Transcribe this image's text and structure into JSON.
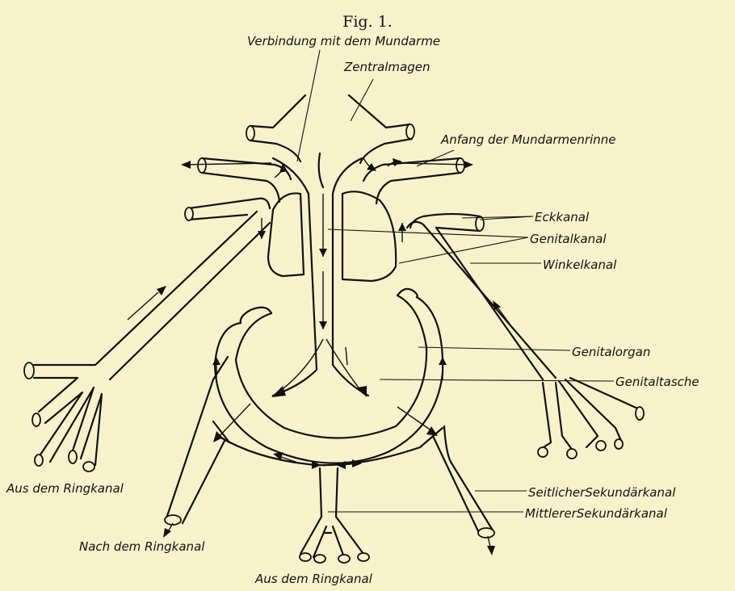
{
  "figure": {
    "title": "Fig. 1."
  },
  "labels": {
    "verbindung": "Verbindung mit dem Mundarme",
    "zentralmagen": "Zentralmagen",
    "anfang": "Anfang der Mundarmenrinne",
    "eckkanal": "Eckkanal",
    "genitalkanal": "Genitalkanal",
    "winkelkanal": "Winkelkanal",
    "genitalorgan": "Genitalorgan",
    "genitaltasche": "Genitaltasche",
    "seitlicher": "SeitlicherSekundärkanal",
    "mittlerer": "MittlererSekundärkanal",
    "aus_links": "Aus dem Ringkanal",
    "nach_ring": "Nach dem Ringkanal",
    "aus_unten": "Aus dem Ringkanal"
  }
}
